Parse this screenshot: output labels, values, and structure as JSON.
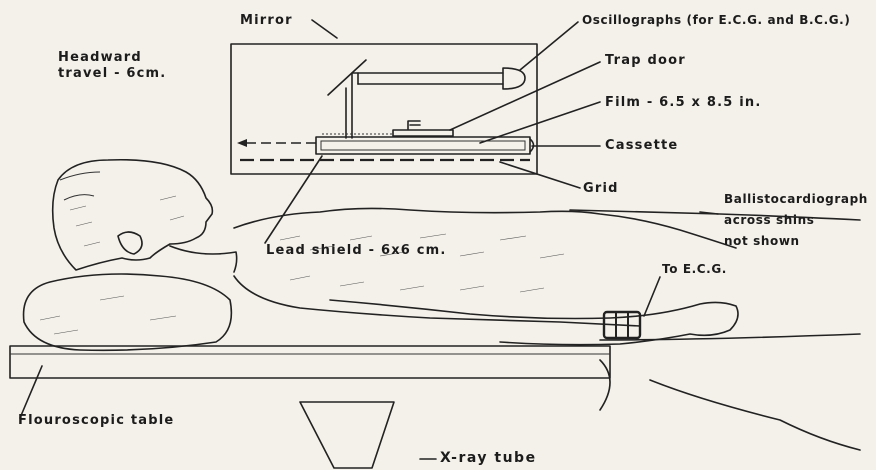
{
  "labels": {
    "mirror": "Mirror",
    "oscillographs": "Oscillographs (for E.C.G. and B.C.G.)",
    "trap_door": "Trap door",
    "film": "Film - 6.5 x 8.5 in.",
    "cassette": "Cassette",
    "grid": "Grid",
    "headward_line1": "Headward",
    "headward_line2": "travel - 6cm.",
    "lead_shield": "Lead shield - 6x6 cm.",
    "ballisto_line1": "Ballistocardiograph",
    "ballisto_line2": "across shins",
    "ballisto_line3": "not shown",
    "to_ecg": "To E.C.G.",
    "fluoroscopic_table": "Flouroscopic table",
    "xray_tube": "X-ray tube"
  }
}
